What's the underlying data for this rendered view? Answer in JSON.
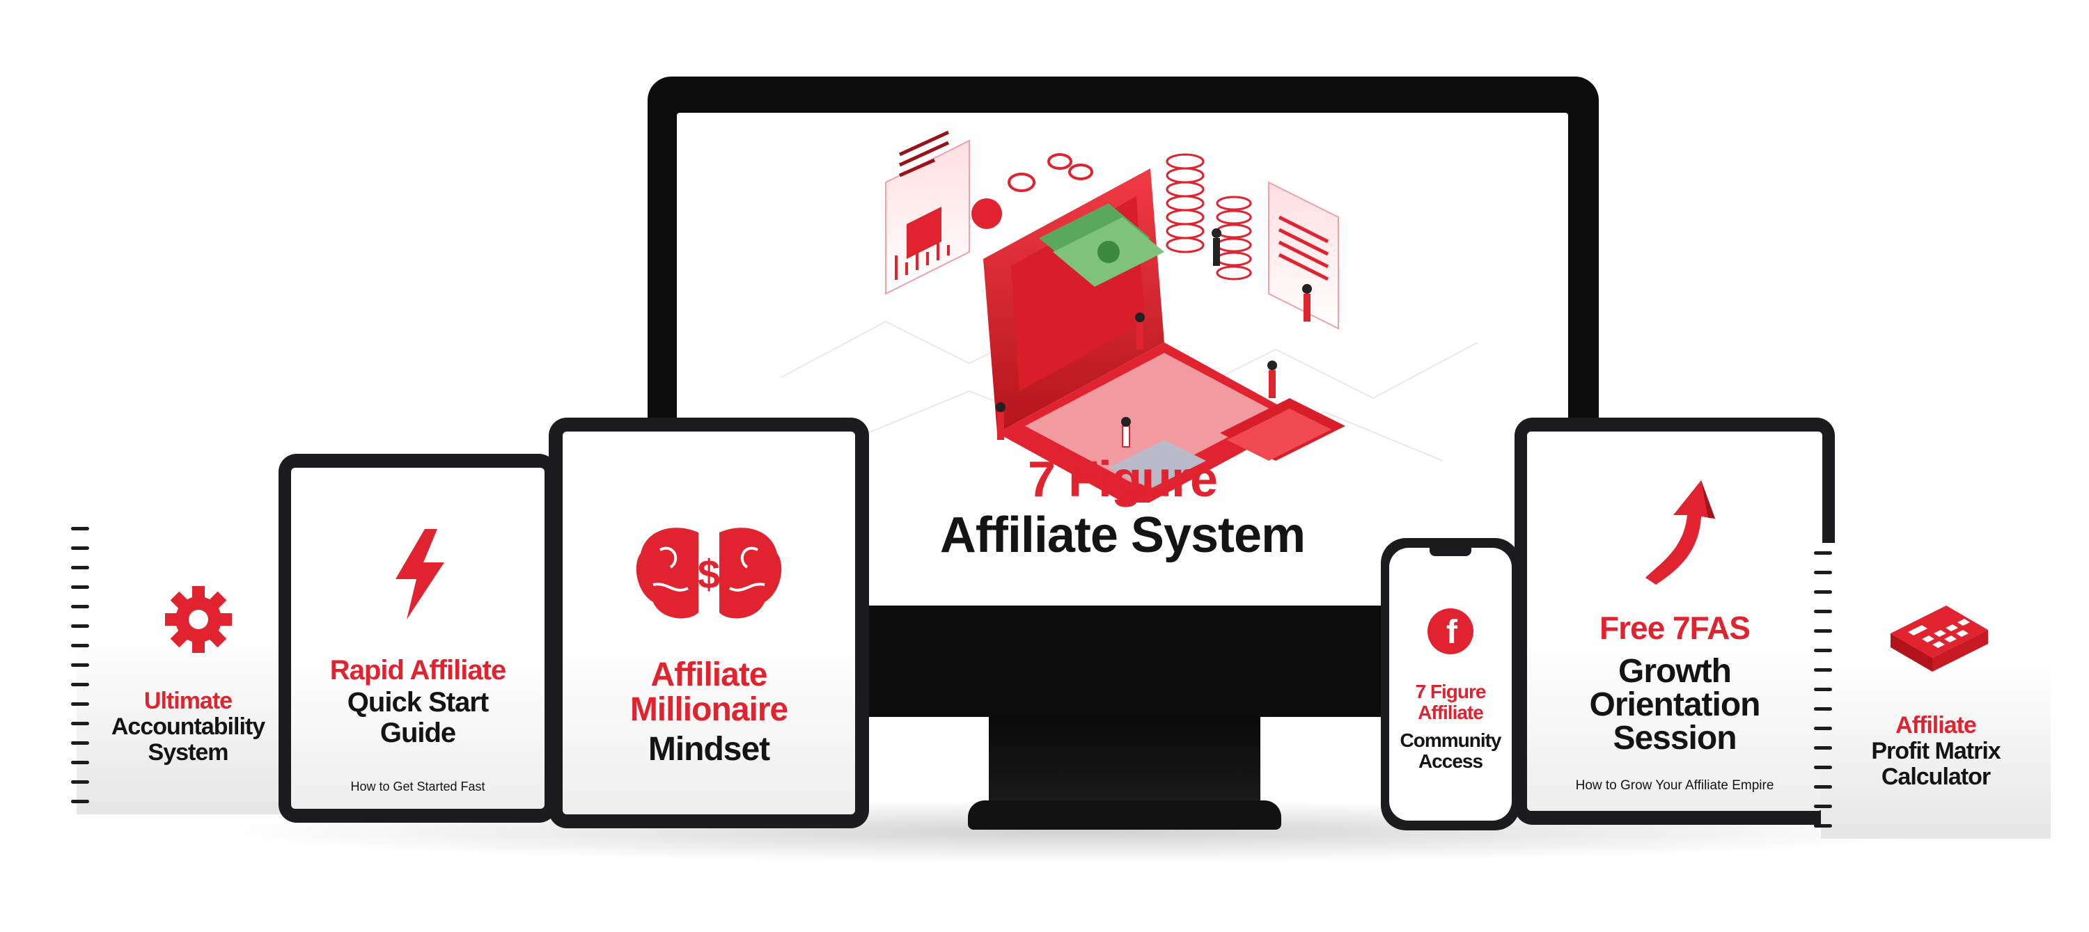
{
  "monitor": {
    "title_line1": "7 Figure",
    "title_line2": "Affiliate System"
  },
  "notebook_left": {
    "line1": "Ultimate",
    "line2": "Accountability",
    "line3": "System"
  },
  "tablet_quickstart": {
    "title_red": "Rapid Affiliate",
    "title_line2": "Quick Start",
    "title_line3": "Guide",
    "subtitle": "How to Get Started Fast"
  },
  "tablet_mindset": {
    "title_line1": "Affiliate",
    "title_line2": "Millionaire",
    "title_line3": "Mindset"
  },
  "phone": {
    "title_line1": "7 Figure",
    "title_line2": "Affiliate",
    "title_line3": "Community",
    "title_line4": "Access"
  },
  "tablet_growth": {
    "title_red": "Free 7FAS",
    "title_line2": "Growth",
    "title_line3": "Orientation",
    "title_line4": "Session",
    "subtitle": "How to Grow Your Affiliate Empire"
  },
  "notebook_right": {
    "line1": "Affiliate",
    "line2": "Profit Matrix",
    "line3": "Calculator"
  },
  "colors": {
    "accent": "#e0232e",
    "dark": "#141414",
    "frame": "#1c1c1e"
  }
}
